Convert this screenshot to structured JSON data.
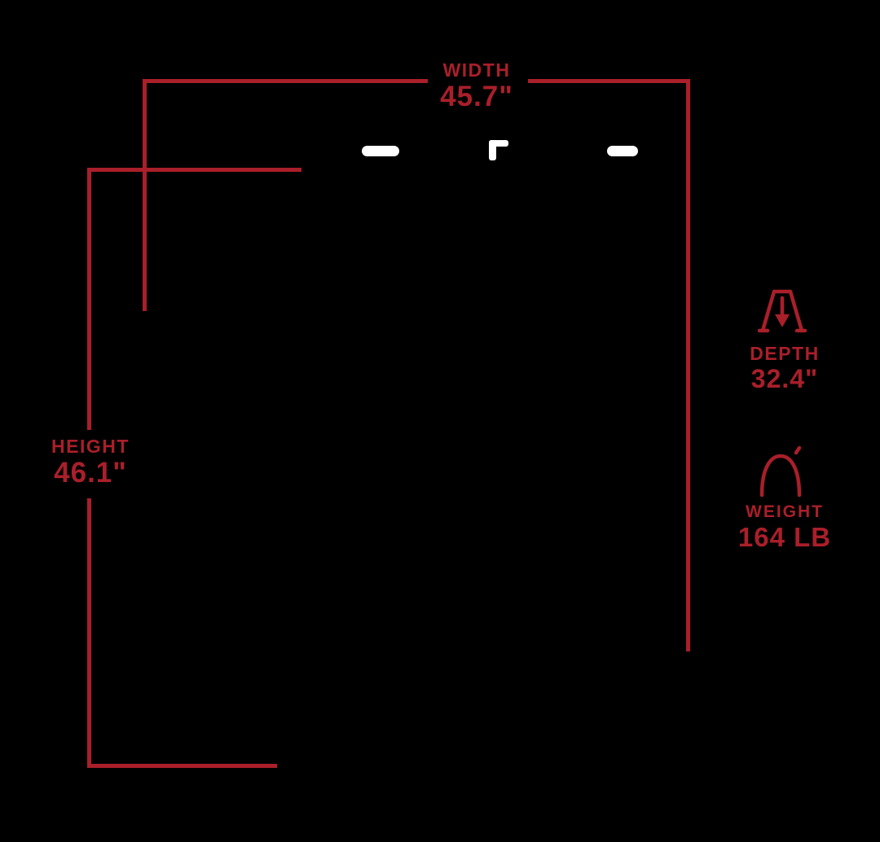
{
  "diagram": {
    "name": "product-dimensions-diagram",
    "width": {
      "label": "WIDTH",
      "value": "45.7\""
    },
    "height": {
      "label": "HEIGHT",
      "value": "46.1\""
    },
    "depth": {
      "label": "DEPTH",
      "value": "32.4\""
    },
    "weight": {
      "label": "WEIGHT",
      "value": "164 LB"
    }
  },
  "icons": {
    "depth": "depth-arrow-icon",
    "weight": "weight-bell-icon"
  },
  "colors": {
    "accent": "#a91f2a",
    "background": "#000000",
    "highlight": "#ffffff"
  }
}
